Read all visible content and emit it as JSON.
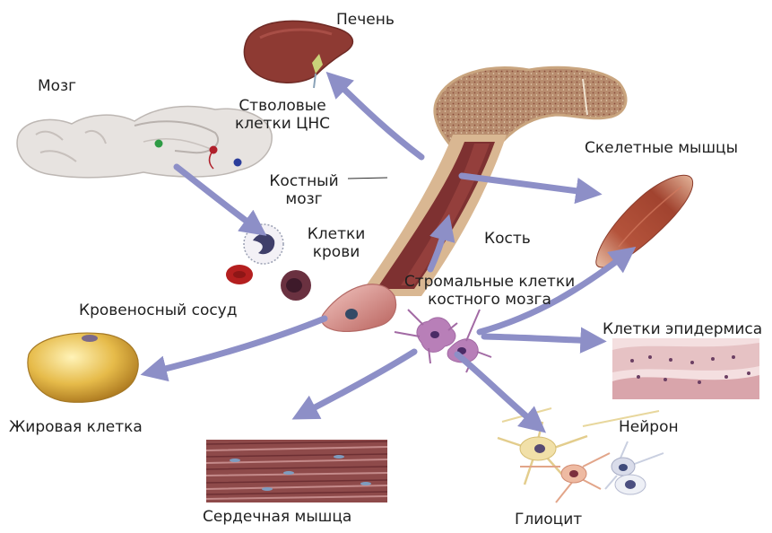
{
  "labels": {
    "liver": "Печень",
    "brain": "Мозг",
    "cns_stem_cells_1": "Стволовые",
    "cns_stem_cells_2": "клетки ЦНС",
    "skeletal_muscle": "Скелетные мышцы",
    "bone_marrow_1": "Костный",
    "bone_marrow_2": "мозг",
    "blood_cells_1": "Клетки",
    "blood_cells_2": "крови",
    "bone": "Кость",
    "stromal_1": "Стромальные клетки",
    "stromal_2": "костного мозга",
    "blood_vessel": "Кровеносный сосуд",
    "epidermis": "Клетки эпидермиса",
    "fat_cell": "Жировая клетка",
    "neuron": "Нейрон",
    "heart_muscle": "Сердечная мышца",
    "glial": "Глиоцит"
  },
  "colors": {
    "arrow": "#8d8fc7",
    "bone": "#d7b48f",
    "marrow": "#8a3b3b",
    "liver": "#8e3a33",
    "muscle": "#b5523c",
    "brain": "#e9e5e2",
    "fat": "#e3b845",
    "vessel": "#c97f7a",
    "stromal": "#b37fb3"
  }
}
